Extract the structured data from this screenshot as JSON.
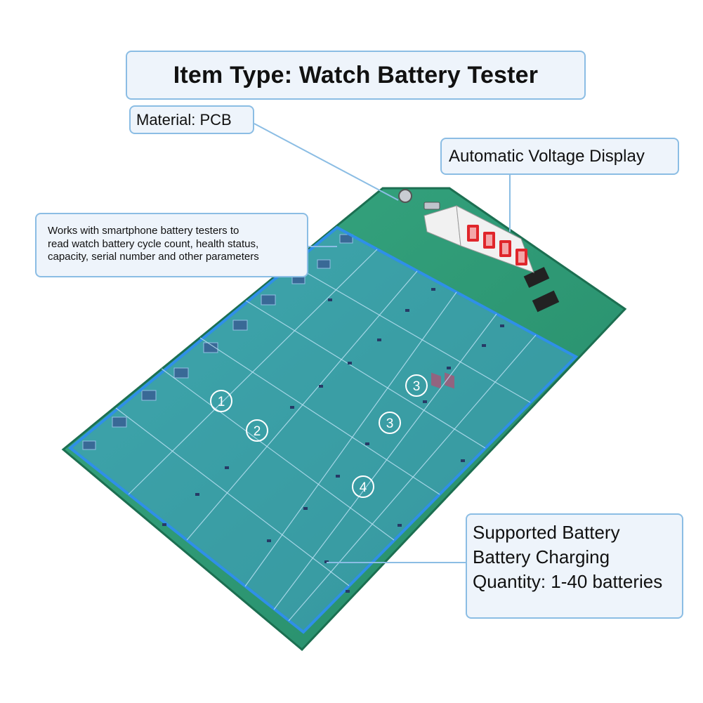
{
  "title": "Item Type: Watch Battery Tester",
  "material": "Material: PCB",
  "voltage_display": "Automatic Voltage Display",
  "works_with": [
    "Works with smartphone battery testers to",
    "read watch battery cycle count, health status,",
    "capacity, serial number and other parameters"
  ],
  "supported": [
    "Supported Battery",
    "Battery Charging",
    "Quantity: 1-40 batteries"
  ],
  "zone_labels": [
    "1",
    "2",
    "3",
    "3",
    "4"
  ],
  "colors": {
    "pcb": "#2f9e78",
    "pcb_edge": "#1f7a5a",
    "overlay": "#4aa3e0",
    "overlay_stroke": "#2f8fe8",
    "led_red": "#e0262b",
    "callout_border": "#8bbde4",
    "callout_fill": "#eef4fb"
  }
}
